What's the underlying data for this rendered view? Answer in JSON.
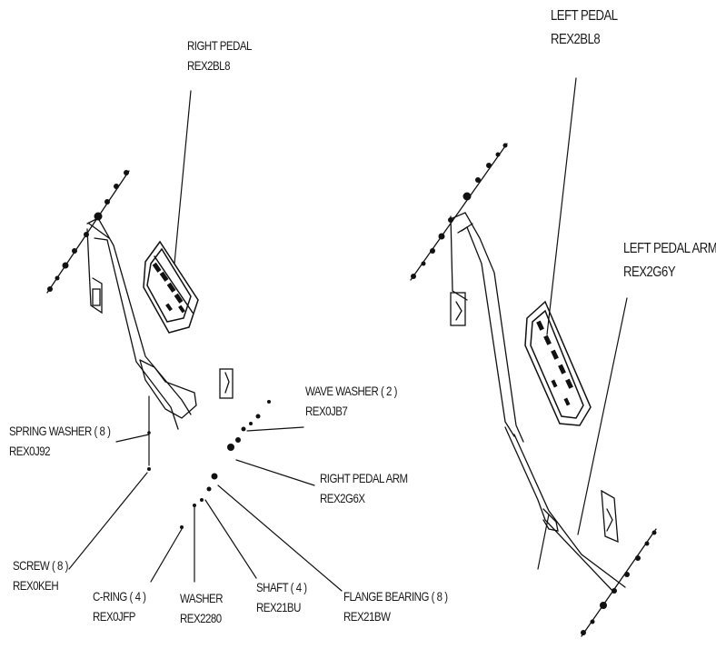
{
  "labels": {
    "right_pedal": {
      "name": "RIGHT PEDAL",
      "part": "REX2BL8"
    },
    "left_pedal": {
      "name": "LEFT PEDAL",
      "part": "REX2BL8"
    },
    "left_pedal_arm": {
      "name": "LEFT PEDAL ARM",
      "part": "REX2G6Y"
    },
    "wave_washer": {
      "name": "WAVE WASHER ( 2 )",
      "part": "REX0JB7"
    },
    "spring_washer": {
      "name": "SPRING WASHER ( 8 )",
      "part": "REX0J92"
    },
    "right_pedal_arm": {
      "name": "RIGHT PEDAL ARM",
      "part": "REX2G6X"
    },
    "screw": {
      "name": "SCREW ( 8 )",
      "part": "REX0KEH"
    },
    "c_ring": {
      "name": "C-RING ( 4 )",
      "part": "REX0JFP"
    },
    "washer": {
      "name": "WASHER",
      "part": "REX2280"
    },
    "shaft": {
      "name": "SHAFT ( 4 )",
      "part": "REX21BU"
    },
    "flange_bearing": {
      "name": "FLANGE BEARING ( 8 )",
      "part": "REX21BW"
    }
  }
}
